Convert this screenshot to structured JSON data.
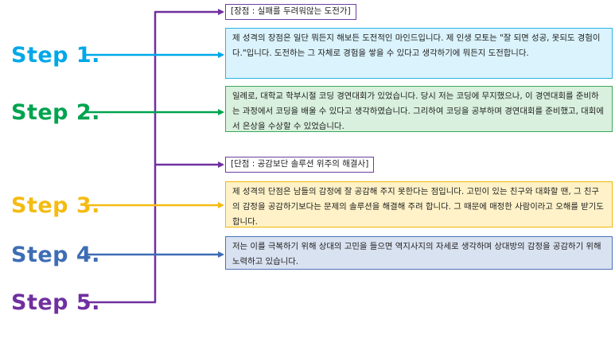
{
  "steps": [
    {
      "label": "Step 1.",
      "color": "#00a8e8"
    },
    {
      "label": "Step 2.",
      "color": "#00a34f"
    },
    {
      "label": "Step 3.",
      "color": "#f4bb12"
    },
    {
      "label": "Step 4.",
      "color": "#3e6db5"
    },
    {
      "label": "Step 5.",
      "color": "#7030a0"
    }
  ],
  "trunk_color": "#7030a0",
  "strengths": {
    "title": "[장점 : 실패를 두려워않는 도전가]",
    "box1": "제 성격의 장점은 일단 뭐든지 해보든 도전적인 마인드입니다. 제 인생 모토는 \"잘 되면 성공, 못되도 경험이다.\"입니다. 도전하는 그 자체로 경험을 쌓을 수 있다고 생각하기에 뭐든지 도전합니다.",
    "box2": "일례로, 대학교 학부시절 코딩 경연대회가 있었습니다. 당시 저는 코딩에 무지했으나, 이 경연대회를 준비하는 과정에서 코딩을 배울 수 있다고 생각하였습니다. 그리하여 코딩을 공부하며 경연대회를 준비했고, 대회에서 은상을 수상할 수 있었습니다."
  },
  "weaknesses": {
    "title": "[단점 : 공감보단 솔루션 위주의 해결사]",
    "box3": "제 성격의 단점은 남들의 감정에 잘 공감해 주지 못한다는 점입니다. 고민이 있는 친구와 대화할 땐, 그 친구의 감정을 공감하기보다는 문제의 솔루션을 해결해 주려 합니다. 그 때문에 매정한 사람이라고 오해를 받기도 합니다.",
    "box4": "저는 이를 극복하기 위해 상대의 고민을 들으면 역지사지의 자세로 생각하며 상대방의 감정을 공감하기 위해 노력하고 있습니다."
  }
}
